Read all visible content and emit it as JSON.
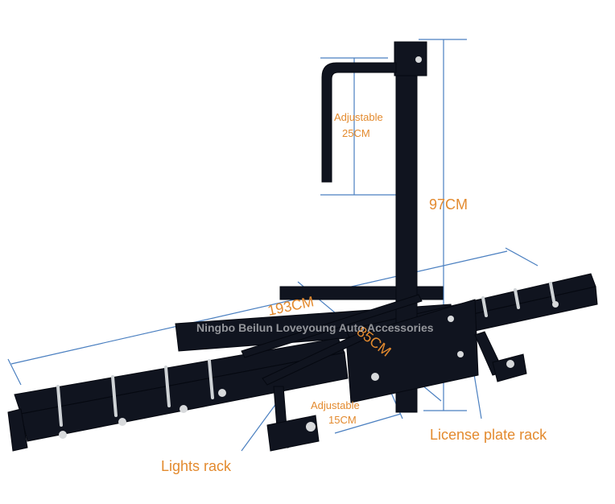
{
  "labels": {
    "adjustable_top": "Adjustable",
    "adjustable_top_value": "25CM",
    "height": "97CM",
    "length": "193CM",
    "width": "85CM",
    "adjustable_bottom": "Adjustable",
    "adjustable_bottom_value": "15CM",
    "license": "License plate rack",
    "lights": "Lights rack",
    "watermark": "Ningbo Beilun Loveyoung Auto Accessories"
  },
  "colors": {
    "frame": "#10141f",
    "dimension_line": "#4a7fc0",
    "label_orange": "#e38a2e",
    "steel": "#cfd3d6"
  }
}
